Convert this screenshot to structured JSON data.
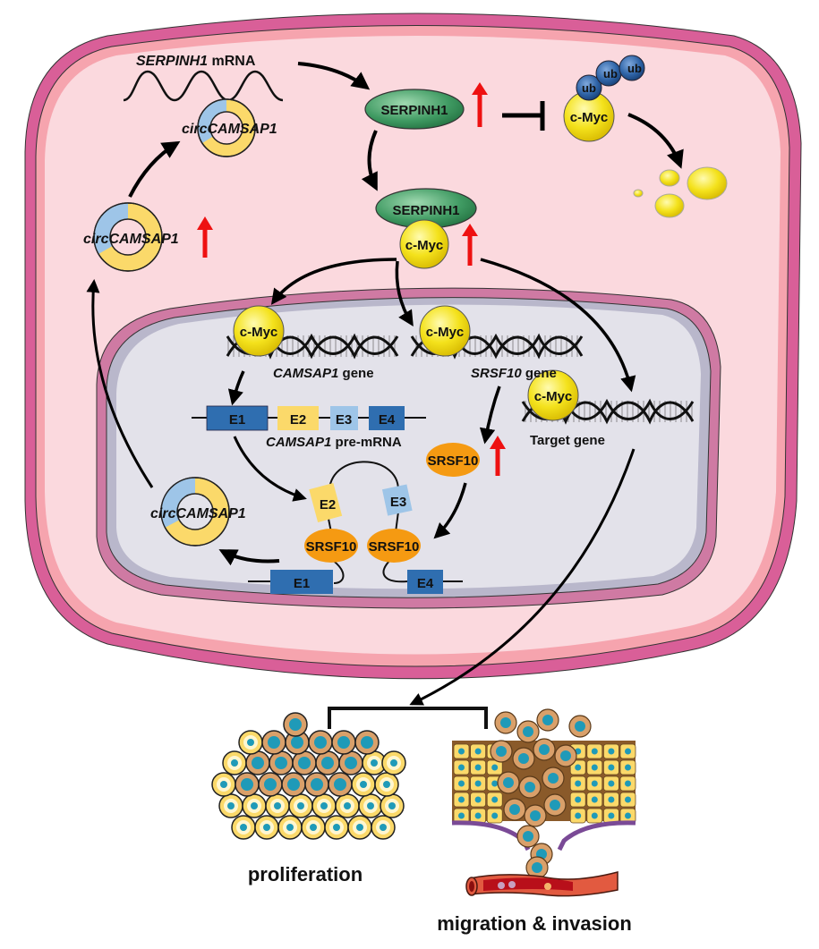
{
  "colors": {
    "cell_membrane": "#d95f98",
    "cell_membrane_inner": "#f6a4ae",
    "cytoplasm": "#fbd9de",
    "nuclear_membrane": "#cf7aa3",
    "nucleus_rim": "#b9b7cb",
    "nucleoplasm": "#e3e2ea",
    "serpinh1": "#3f9a62",
    "cmyc": "#f2e11a",
    "ubiquitin": "#2f64a7",
    "srsf10": "#f59a12",
    "exon_dark": "#2f6eb0",
    "exon_yellow": "#fbd96a",
    "exon_light": "#9ec5e8",
    "up_arrow": "#ee1111"
  },
  "cytoplasm": {
    "mrna_label_gene": "SERPINH1",
    "mrna_label_suffix": " mRNA",
    "serpinh1_label": "SERPINH1",
    "complex_serpinh1_label": "SERPINH1",
    "complex_cmyc_label": "c-Myc",
    "ub_cmyc_label": "c-Myc",
    "ub_labels": [
      "ub",
      "ub",
      "ub"
    ],
    "circ_top": {
      "prefix": "circ",
      "name": "CAMSAP1"
    },
    "circ_left": {
      "prefix": "circ",
      "name": "CAMSAP1"
    }
  },
  "nucleus": {
    "cmyc_camsap1": "c-Myc",
    "cmyc_srsf10": "c-Myc",
    "cmyc_target": "c-Myc",
    "camsap1_gene": {
      "gene": "CAMSAP1",
      "suffix": " gene"
    },
    "srsf10_gene": {
      "gene": "SRSF10",
      "suffix": " gene"
    },
    "target_gene": "Target gene",
    "premrna_exons": [
      "E1",
      "E2",
      "E3",
      "E4"
    ],
    "premrna_label": {
      "gene": "CAMSAP1",
      "suffix": " pre-mRNA"
    },
    "srsf10_free": "SRSF10",
    "srsf10_bound_left": "SRSF10",
    "srsf10_bound_right": "SRSF10",
    "loop_exons": {
      "e1": "E1",
      "e2": "E2",
      "e3": "E3",
      "e4": "E4"
    },
    "circ_nuclear": {
      "prefix": "circ",
      "name": "CAMSAP1"
    }
  },
  "outcomes": {
    "proliferation": "proliferation",
    "migration": "migration & invasion"
  }
}
